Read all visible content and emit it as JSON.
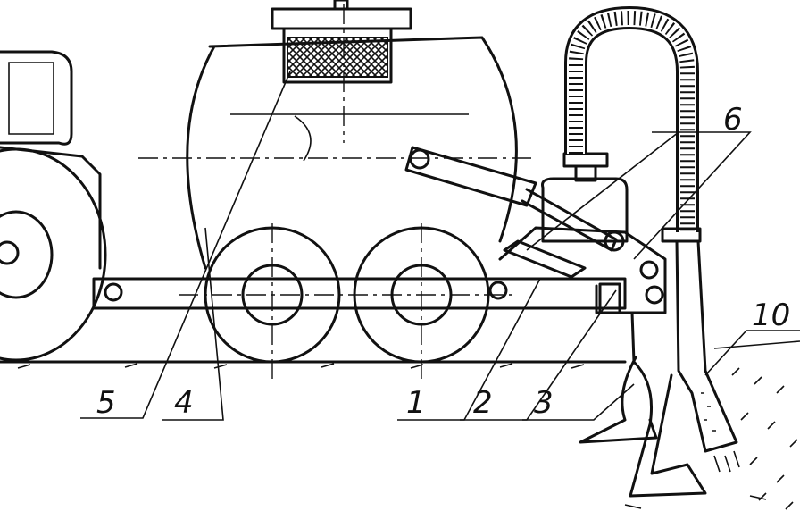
{
  "callouts": {
    "c1": "1",
    "c2": "2",
    "c3": "3",
    "c4": "4",
    "c5": "5",
    "c6": "6",
    "c10": "10"
  }
}
